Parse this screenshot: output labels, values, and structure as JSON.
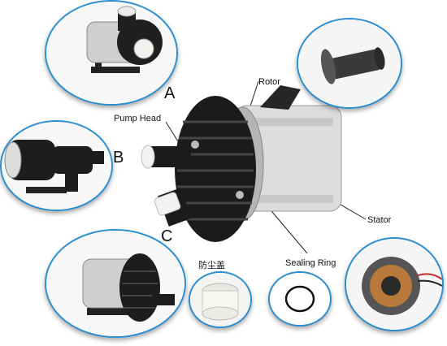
{
  "labels": {
    "a": "A",
    "b": "B",
    "c": "C",
    "pump_head": "Pump Head",
    "rotor": "Rotor",
    "stator": "Stator",
    "sealing_ring": "Sealing Ring",
    "dust_cap": "防尘盖"
  },
  "colors": {
    "bubble_border": "#2a8fd0",
    "pump_body": "#dedede",
    "pump_black": "#1b1b1b",
    "cap_white": "#f4f4f0"
  }
}
